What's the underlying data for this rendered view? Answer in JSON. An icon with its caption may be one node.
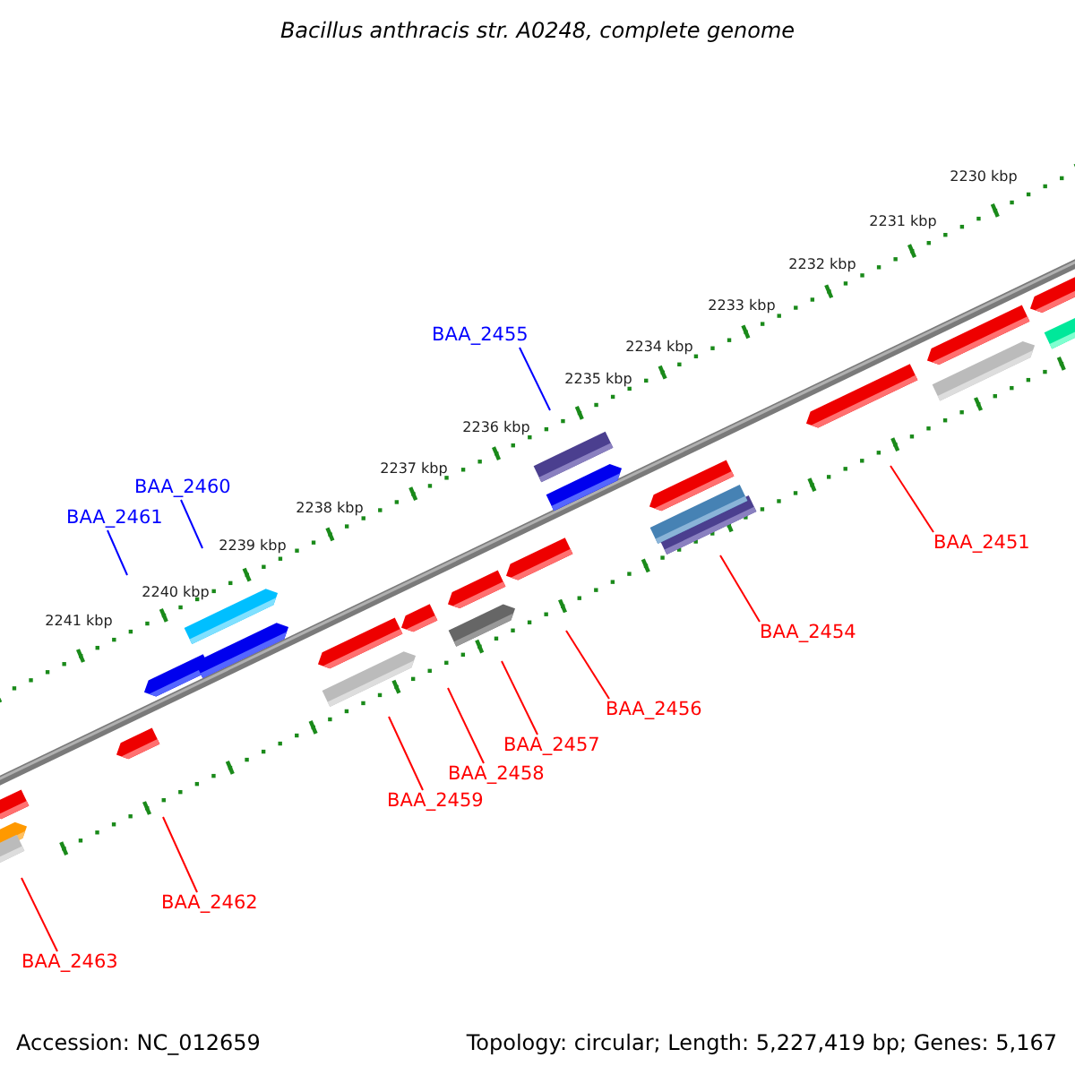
{
  "diagram": {
    "title": "Bacillus anthracis str. A0248, complete genome",
    "nodes": [
      {
        "text": [
          "BAA_2455"
        ]
      },
      {
        "text": [
          "BAA_2460"
        ]
      },
      {
        "text": [
          "BAA_2461"
        ]
      },
      {
        "text": [
          "BAA_2451"
        ]
      },
      {
        "text": [
          "BAA_2454"
        ]
      },
      {
        "text": [
          "BAA_2456"
        ]
      },
      {
        "text": [
          "BAA_2457"
        ]
      },
      {
        "text": [
          "BAA_2458"
        ]
      },
      {
        "text": [
          "BAA_2459"
        ]
      },
      {
        "text": [
          "BAA_2462"
        ]
      },
      {
        "text": [
          "BAA_2463"
        ]
      }
    ],
    "edges": [
      {
        "from": 0,
        "to": null,
        "arrow": "none",
        "color": "#0000ff"
      },
      {
        "from": 1,
        "to": null,
        "arrow": "none",
        "color": "#0000ff"
      },
      {
        "from": 2,
        "to": null,
        "arrow": "none",
        "color": "#0000ff"
      },
      {
        "from": 3,
        "to": null,
        "arrow": "none"
      },
      {
        "from": 4,
        "to": null,
        "arrow": "none"
      },
      {
        "from": 5,
        "to": null,
        "arrow": "none"
      },
      {
        "from": 6,
        "to": null,
        "arrow": "none"
      },
      {
        "from": 7,
        "to": null,
        "arrow": "none"
      },
      {
        "from": 8,
        "to": null,
        "arrow": "none"
      },
      {
        "from": 9,
        "to": null,
        "arrow": "none"
      },
      {
        "from": 10,
        "to": null,
        "arrow": "none"
      }
    ],
    "labels": [
      "2230 kbp",
      "2231 kbp",
      "2232 kbp",
      "2233 kbp",
      "2234 kbp",
      "2235 kbp",
      "2236 kbp",
      "2237 kbp",
      "2238 kbp",
      "2239 kbp",
      "2240 kbp",
      "2241 kbp",
      "Accession: NC_012659",
      "Topology: circular; Length: 5,227,419 bp; Genes: 5,167"
    ]
  }
}
